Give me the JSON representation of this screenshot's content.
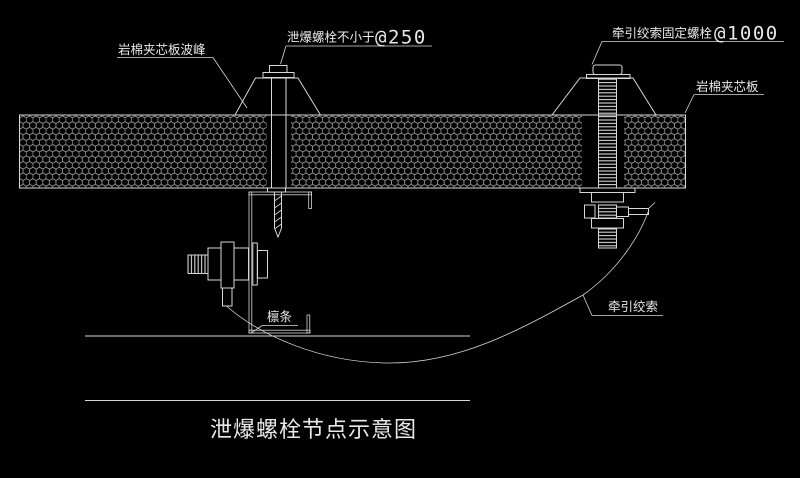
{
  "drawing": {
    "title": "泄爆螺栓节点示意图",
    "labels": {
      "panel_crest": "岩棉夹芯板波峰",
      "vent_bolt": "泄爆螺栓不小于",
      "vent_bolt_spec": "@250",
      "cable_bolt": "牵引绞索固定螺栓",
      "cable_bolt_spec": "@1000",
      "panel": "岩棉夹芯板",
      "cable": "牵引绞索",
      "purlin": "檩条"
    },
    "colors": {
      "background": "#000000",
      "line": "#d8d8d8",
      "text": "#e8e8e8",
      "hatch": "#9a9a9a"
    }
  }
}
